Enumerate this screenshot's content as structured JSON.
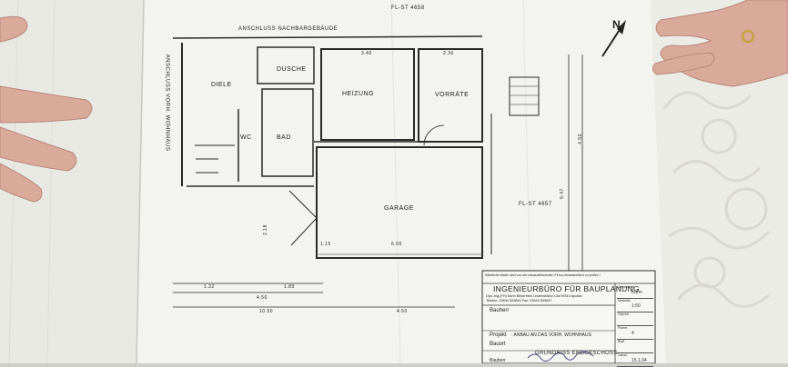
{
  "plan": {
    "top_note": "ANSCHLUSS NACHBARGEBÄUDE",
    "plot_label_top": "FL-ST 4658",
    "plot_label_right": "FL-ST 4657",
    "side_note": "ANSCHLUSS VORH. WOHNHAUS",
    "north_mark": "N",
    "rooms": {
      "diele": "DIELE",
      "dusche": "DUSCHE",
      "heizung": "HEIZUNG",
      "vorraete": "VORRÄTE",
      "wc": "WC",
      "bad": "BAD",
      "garage": "GARAGE"
    },
    "dims": {
      "d1": "3.40",
      "d2": "2.36",
      "d3": "4.50",
      "d4": "6.00",
      "d5": "1.32",
      "d6": "1.89",
      "d7": "4.50",
      "d8": "4.50",
      "d9": "2.18",
      "d10": "1.15",
      "d11": "5.47",
      "d12": "10.50"
    }
  },
  "title_block": {
    "disclaimer": "Sämtliche Maße sind von der bauausführenden Firma verantwortlich zu prüfen !",
    "office": "INGENIEURBÜRO FÜR BAUPLANUNG",
    "address": "Dipl.-Ing.(FH) Karin Birkenfeld  Lindenstraße 13a  99310 Apolda",
    "contact": "Telefon: 03644 553846   Fax: 03644 553847",
    "bauherr_label": "Bauherr",
    "projekt_label": "Projekt",
    "projekt_value": ": ANBAU AN DAS VORH. WOHNHAUS",
    "bauort_label": "Bauort",
    "drawing_title": "GRUNDRISS ERDGESCHOSS",
    "bauherr_bottom": "Bauherr",
    "right_col": [
      "Gezeichnet",
      "Maßstab",
      "Geprüft",
      "Plannr.",
      "Blatt",
      "Datum"
    ],
    "right_vals": [
      "Kühn",
      "1:50",
      "",
      "4",
      "",
      "15.1.04"
    ]
  }
}
